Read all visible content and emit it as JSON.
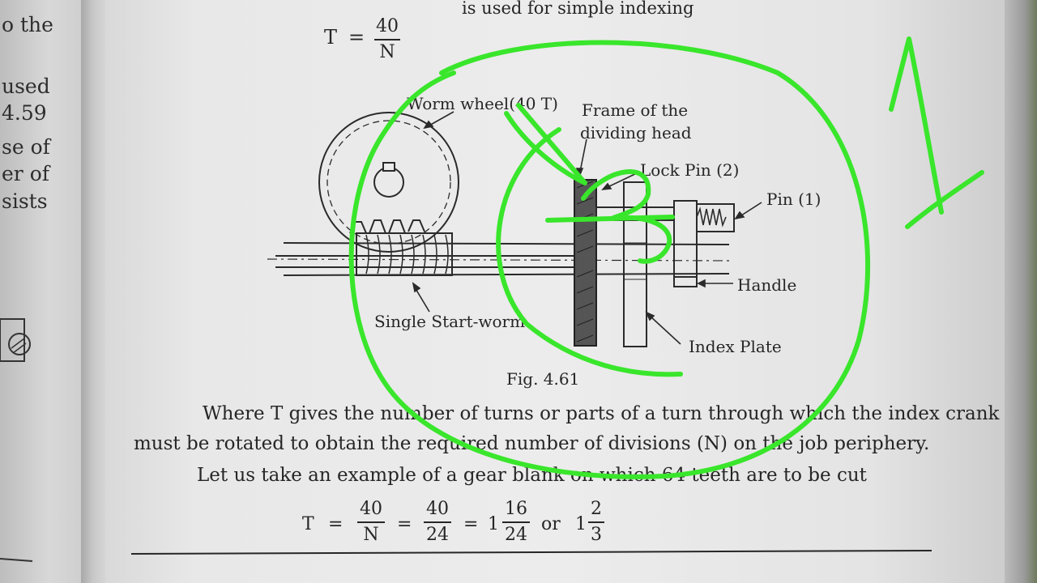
{
  "left_margin": [
    "o the",
    "used",
    "4.59",
    "se of",
    "er of",
    "sists"
  ],
  "top_text": "is used for simple indexing",
  "formula_top": {
    "var": "T",
    "eq": "=",
    "num": "40",
    "den": "N"
  },
  "figure": {
    "labels": {
      "worm_wheel": "Worm wheel(40 T)",
      "frame_line1": "Frame of the",
      "frame_line2": "dividing head",
      "lock_pin": "Lock Pin (2)",
      "pin": "Pin (1)",
      "handle": "Handle",
      "single_start_worm": "Single Start-worm",
      "index_plate": "Index Plate"
    },
    "caption": "Fig. 4.61"
  },
  "paragraph1_line1": "Where T gives the number of turns or parts of a turn through which the index crank",
  "paragraph1_line2": "must be rotated to obtain the required number of divisions (N) on the job periphery.",
  "paragraph2": "Let us take an example of a gear blank on which 64 teeth are to be cut",
  "formula_bottom": {
    "var": "T",
    "eq1": "=",
    "f1_num": "40",
    "f1_den": "N",
    "eq2": "=",
    "f2_num": "40",
    "f2_den": "24",
    "eq3": "=",
    "whole1": "1",
    "f3_num": "16",
    "f3_den": "24",
    "or": "or",
    "whole2": "1",
    "f4_num": "2",
    "f4_den": "3"
  },
  "colors": {
    "paper": "#ececec",
    "ink": "#262626",
    "annotation": "#39e62b"
  }
}
